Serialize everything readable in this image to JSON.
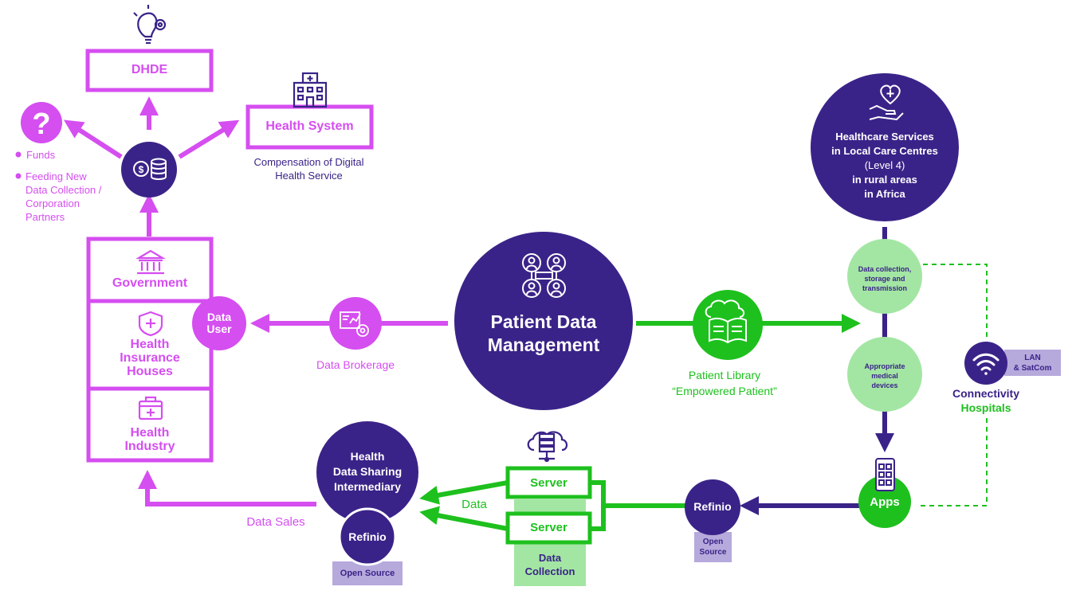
{
  "colors": {
    "magenta": "#d54ef0",
    "purple": "#3a2388",
    "green": "#1ec01e",
    "light_green": "#a3e6a3",
    "lavender": "#b6a9dc"
  },
  "icons": [
    "lightbulb-gear-icon",
    "hospital-building-icon",
    "question-mark-icon",
    "coins-icon",
    "bank-building-icon",
    "shield-cross-icon",
    "medical-kit-icon",
    "data-chart-icon",
    "network-people-icon",
    "cloud-book-icon",
    "heart-hand-icon",
    "wifi-icon",
    "smartphone-apps-icon",
    "cloud-server-icon"
  ],
  "top": {
    "dhde": "DHDE",
    "health_system": "Health System",
    "compensation_line1": "Compensation of Digital",
    "compensation_line2": "Health Service",
    "funds": "Funds",
    "feeding_line1": "Feeding New",
    "feeding_line2": "Data Collection /",
    "feeding_line3": "Corporation",
    "feeding_line4": "Partners"
  },
  "data_user": {
    "government": "Government",
    "insurance_line1": "Health",
    "insurance_line2": "Insurance",
    "insurance_line3": "Houses",
    "industry_line1": "Health",
    "industry_line2": "Industry",
    "badge_line1": "Data",
    "badge_line2": "User"
  },
  "center": {
    "title_line1": "Patient Data",
    "title_line2": "Management",
    "data_brokerage": "Data Brokerage",
    "patient_library": "Patient Library",
    "empowered_patient": "“Empowered Patient”"
  },
  "right": {
    "care_line1": "Healthcare Services",
    "care_line2": "in Local Care Centres",
    "care_line3": "(Level 4)",
    "care_line4": "in rural areas",
    "care_line5": "in Africa",
    "collection_line1": "Data collection,",
    "collection_line2": "storage and",
    "collection_line3": "transmission",
    "devices_line1": "Appropriate",
    "devices_line2": "medical",
    "devices_line3": "devices",
    "apps": "Apps",
    "lan_line1": "LAN",
    "lan_line2": "& SatCom",
    "connectivity": "Connectivity",
    "hospitals": "Hospitals"
  },
  "bottom": {
    "hdsi_line1": "Health",
    "hdsi_line2": "Data Sharing",
    "hdsi_line3": "Intermediary",
    "refinio_left": "Refinio",
    "open_source_left": "Open Source",
    "data_sales": "Data Sales",
    "data": "Data",
    "server_top": "Server",
    "server_bottom": "Server",
    "data_collection_line1": "Data",
    "data_collection_line2": "Collection",
    "refinio_right": "Refinio",
    "open_line": "Open",
    "source_line": "Source"
  }
}
